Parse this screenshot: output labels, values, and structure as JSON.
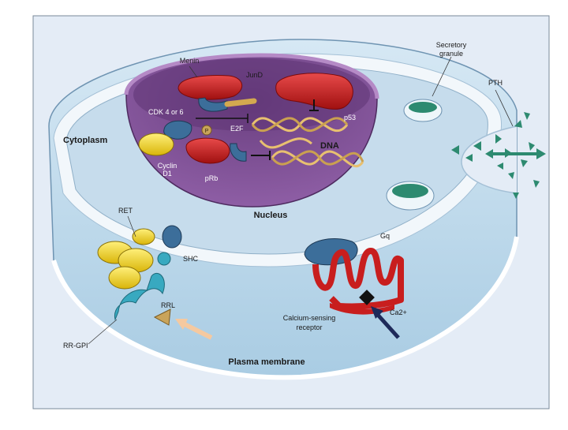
{
  "labels": {
    "menin": "Menin",
    "jund": "JunD",
    "cdk": "CDK 4 or 6",
    "e2f": "E2F",
    "cyclin_line1": "Cyclin",
    "cyclin_line2": "D1",
    "prb": "pRb",
    "p_mark": "P",
    "p53": "p53",
    "dna": "DNA",
    "nucleus": "Nucleus",
    "cytoplasm": "Cytoplasm",
    "secretory_line1": "Secretory",
    "secretory_line2": "granule",
    "pth": "PTH",
    "ret": "RET",
    "shc": "SHC",
    "rrl": "RRL",
    "rr_gpi": "RR-GPI",
    "gq": "Gq",
    "casr_line1": "Calcium-sensing",
    "casr_line2": "receptor",
    "ca": "Ca2+",
    "plasma_membrane": "Plasma membrane"
  },
  "colors": {
    "frame_bg": "#e6eef8",
    "cytoplasm": "#c4dcee",
    "membrane": "#eef4f8",
    "nucleus": "#7d4f91",
    "nucleus_rim": "#a77ab8",
    "red_protein": "#c81e1e",
    "blue_protein": "#3c6e9a",
    "yellow_protein": "#f2d21a",
    "teal_protein": "#38a9c0",
    "pth_green": "#2d8a70"
  }
}
